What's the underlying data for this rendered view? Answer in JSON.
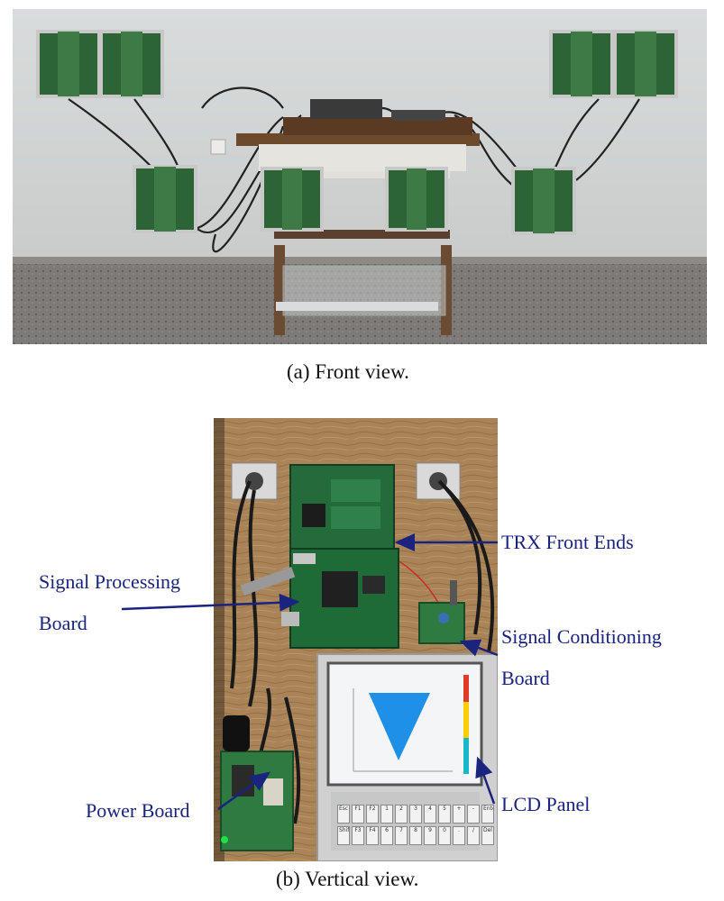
{
  "figure_a": {
    "caption": "(a)  Front view."
  },
  "figure_b": {
    "caption": "(b)  Vertical view.",
    "labels": {
      "trx": "TRX Front Ends",
      "sp_line1": "Signal Processing",
      "sp_line2": "Board",
      "sc_line1": "Signal Conditioning",
      "sc_line2": "Board",
      "power": "Power Board",
      "lcd": "LCD Panel"
    },
    "keypad": {
      "row1": [
        "Esc",
        "F1",
        "F2",
        "1",
        "2",
        "3",
        "4",
        "5",
        "+",
        "-",
        "Enter"
      ],
      "row2": [
        "Shift",
        "F3",
        "F4",
        "6",
        "7",
        "8",
        "9",
        "0",
        ".",
        "/",
        "Del"
      ]
    }
  },
  "colors": {
    "annotation": "#1a237e",
    "antenna_pcb": "#2f6b3a",
    "wood": "#a98458",
    "screen_triangle": "#1e90e8"
  }
}
